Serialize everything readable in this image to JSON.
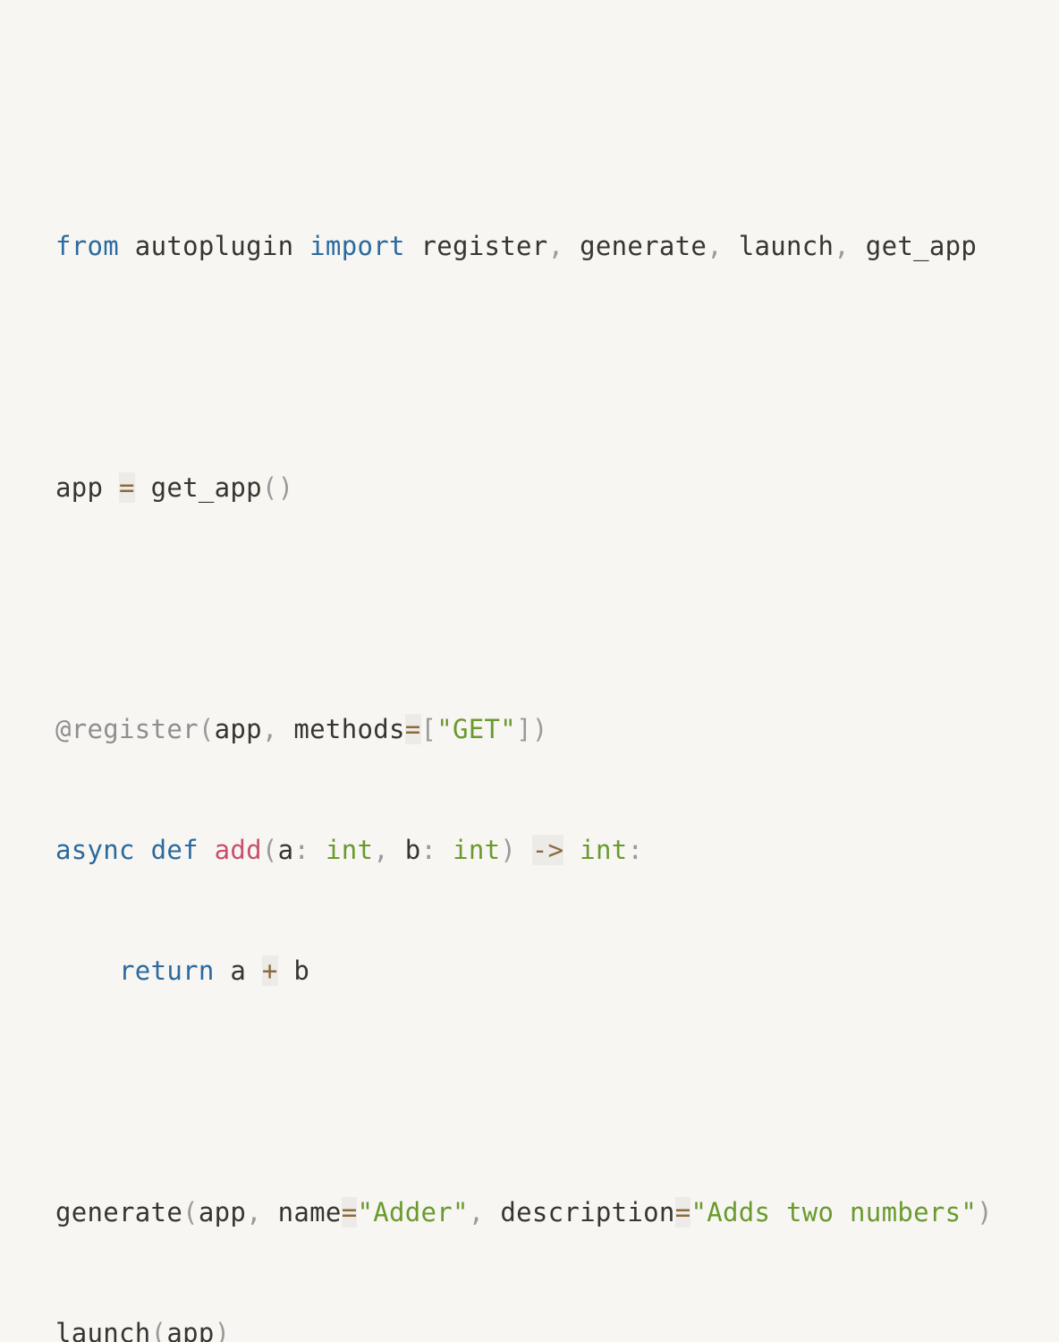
{
  "code": {
    "line1": {
      "kw_from": "from",
      "module": " autoplugin ",
      "kw_import": "import",
      "name_register": " register",
      "comma1": ",",
      "name_generate": " generate",
      "comma2": ",",
      "name_launch": " launch",
      "comma3": ",",
      "name_get_app": " get_app"
    },
    "line2": {
      "var_app": "app ",
      "op_eq": "=",
      "call_get_app": " get_app",
      "paren_open": "(",
      "paren_close": ")"
    },
    "line3": {
      "decorator": "@register",
      "paren_open": "(",
      "arg_app": "app",
      "comma": ",",
      "kw_methods": " methods",
      "op_eq": "=",
      "bracket_open": "[",
      "str_get": "\"GET\"",
      "bracket_close": "]",
      "paren_close": ")"
    },
    "line4": {
      "kw_async": "async",
      "kw_def": " def",
      "space": " ",
      "fn_add": "add",
      "paren_open": "(",
      "param_a": "a",
      "colon1": ":",
      "type_int1": " int",
      "comma": ",",
      "param_b": " b",
      "colon2": ":",
      "type_int2": " int",
      "paren_close": ")",
      "space2": " ",
      "arrow": "->",
      "type_int3": " int",
      "colon3": ":"
    },
    "line5": {
      "indent": "    ",
      "kw_return": "return",
      "var_a": " a ",
      "op_plus": "+",
      "var_b": " b"
    },
    "line6": {
      "call_generate": "generate",
      "paren_open": "(",
      "arg_app": "app",
      "comma1": ",",
      "kw_name": " name",
      "op_eq1": "=",
      "str_adder": "\"Adder\"",
      "comma2": ",",
      "kw_description": " description",
      "op_eq2": "=",
      "str_desc": "\"Adds two numbers\"",
      "paren_close": ")"
    },
    "line7": {
      "call_launch": "launch",
      "paren_open": "(",
      "arg_app": "app",
      "paren_close": ")"
    }
  },
  "colors": {
    "background": "#f7f6f3",
    "keyword": "#2b6a9e",
    "function": "#c8506a",
    "string": "#6a9a2e",
    "punctuation": "#9a9a9a",
    "operator": "#8b6a3e",
    "text": "#37352f"
  }
}
